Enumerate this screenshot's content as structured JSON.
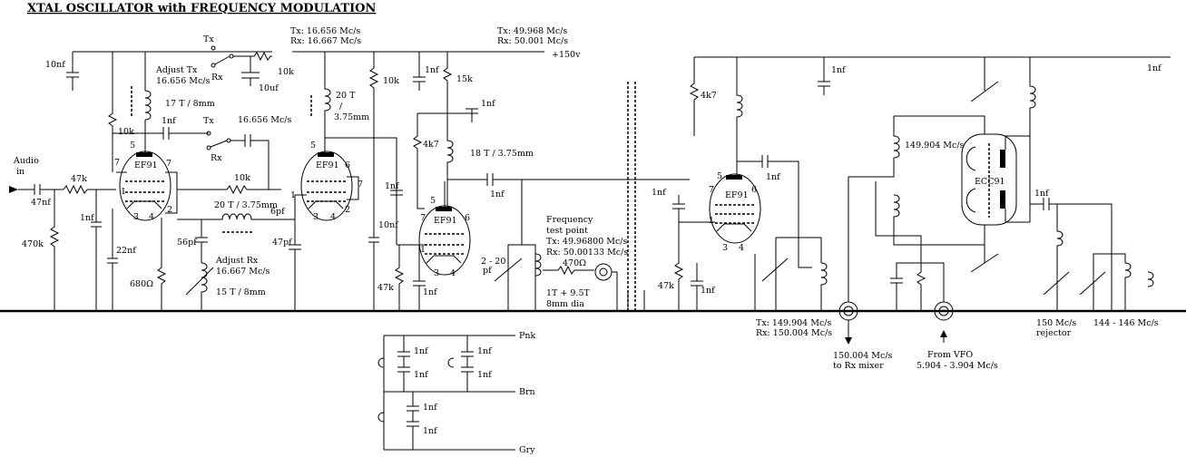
{
  "title": "XTAL OSCILLATOR with FREQUENCY MODULATION",
  "supply": "+150v",
  "audio_in": [
    "Audio",
    "in"
  ],
  "switch": {
    "tx": "Tx",
    "rx": "Rx"
  },
  "freq_top_left": [
    "Tx: 16.656 Mc/s",
    "Rx: 16.667 Mc/s"
  ],
  "freq_top_right": [
    "Tx: 49.968 Mc/s",
    "Rx: 50.001 Mc/s"
  ],
  "adjust_tx": [
    "Adjust Tx",
    "16.656 Mc/s"
  ],
  "coil_tx": "17 T / 8mm",
  "adjust_rx": [
    "Adjust Rx",
    "16.667 Mc/s"
  ],
  "coil_rx": "15 T / 8mm",
  "xtal_tx": "16.656 Mc/s",
  "coil_20t": "20 T / 3.75mm",
  "coil_20t_v": [
    "20 T",
    "/",
    "3.75mm"
  ],
  "coil_18t": "18 T / 3.75mm",
  "tubes": {
    "ef91": "EF91",
    "ecc91": "ECC91"
  },
  "pins": [
    "1",
    "2",
    "3",
    "4",
    "5",
    "6",
    "7"
  ],
  "components": {
    "c10nf": "10nf",
    "c1nf": "1nf",
    "c47nf": "47nf",
    "c22nf": "22nf",
    "c56pf": "56pf",
    "c6pf": "6pf",
    "c47pf": "47pf",
    "c10uf": "10uf",
    "r47k": "47k",
    "r470k": "470k",
    "r10k": "10k",
    "r680": "680Ω",
    "r4k7": "4k7",
    "r15k": "15k",
    "r470": "470Ω",
    "trim": [
      "2 - 20",
      "pf"
    ]
  },
  "test_point": [
    "Frequency",
    "test point",
    "Tx: 49.96800 Mc/s",
    "Rx: 50.00133 Mc/s"
  ],
  "coil_1t": [
    "1T + 9.5T",
    "8mm dia"
  ],
  "freq_ecc": "149.904 Mc/s",
  "freq_out": [
    "Tx: 149.904 Mc/s",
    "Rx: 150.004 Mc/s"
  ],
  "rx_mixer": [
    "150.004 Mc/s",
    "to Rx mixer"
  ],
  "from_vfo": [
    "From VFO",
    "5.904 - 3.904 Mc/s"
  ],
  "rejector": [
    "150 Mc/s",
    "rejector"
  ],
  "band": "144 - 146 Mc/s",
  "wires": {
    "pnk": "Pnk",
    "brn": "Brn",
    "gry": "Gry"
  }
}
